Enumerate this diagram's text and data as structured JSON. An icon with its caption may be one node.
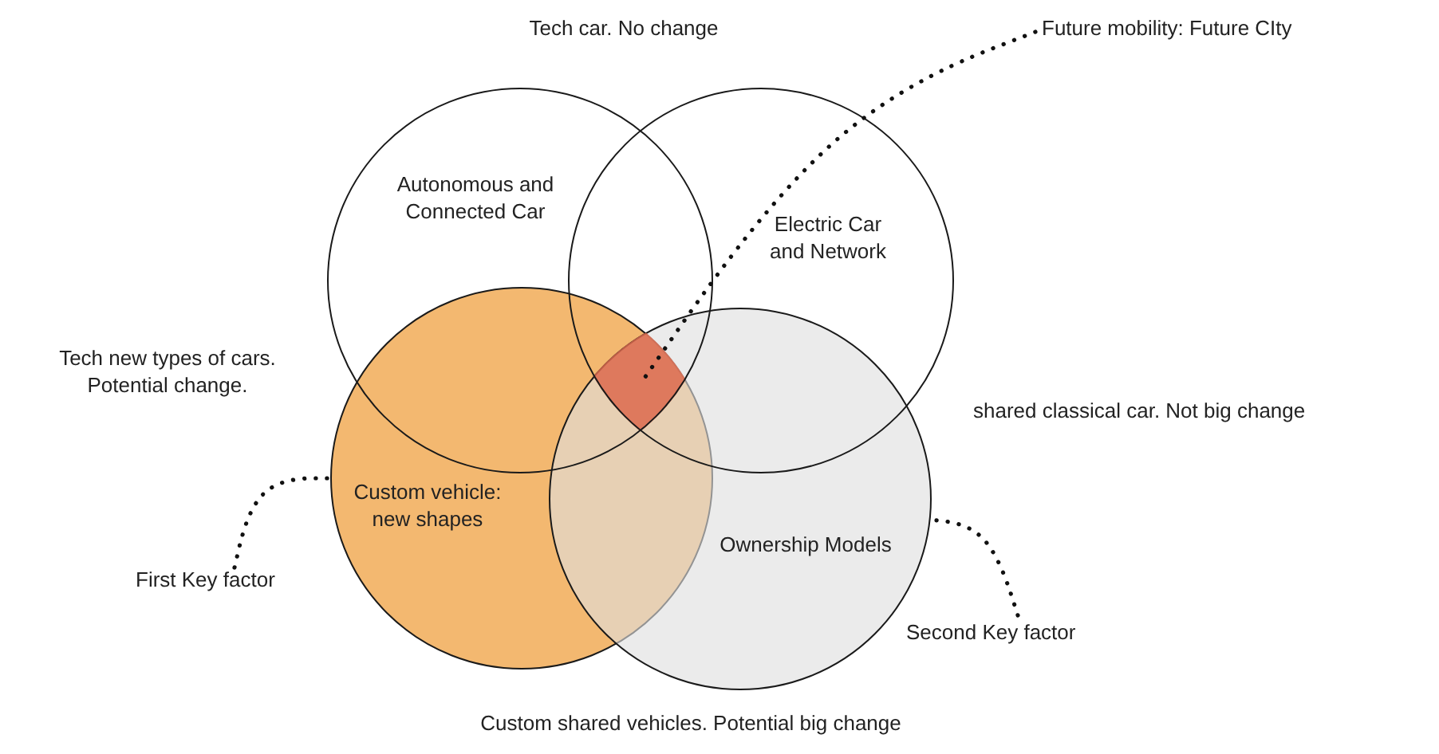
{
  "diagram": {
    "nodes": [
      {
        "text": [
          "Autonomous and Connected Car"
        ]
      },
      {
        "text": [
          "Electric Car and Network"
        ]
      },
      {
        "text": [
          "Custom vehicle: new shapes"
        ]
      },
      {
        "text": [
          "Ownership Models"
        ]
      },
      {
        "text": [
          "Future mobility: Future CIty"
        ]
      },
      {
        "text": [
          "First Key factor"
        ]
      },
      {
        "text": [
          "Second Key factor"
        ]
      },
      {
        "text": [],
        "shape": "diamond"
      }
    ],
    "edges": [
      {
        "from": 4,
        "to": 7,
        "arrow": "none"
      },
      {
        "from": 5,
        "to": 2,
        "arrow": "none"
      },
      {
        "from": 6,
        "to": 3,
        "arrow": "none"
      }
    ],
    "labels": [
      "Tech car. No change",
      "Tech new types of cars. Potential change.",
      "shared classical car. Not big change",
      "Custom shared vehicles. Potential big change"
    ]
  }
}
